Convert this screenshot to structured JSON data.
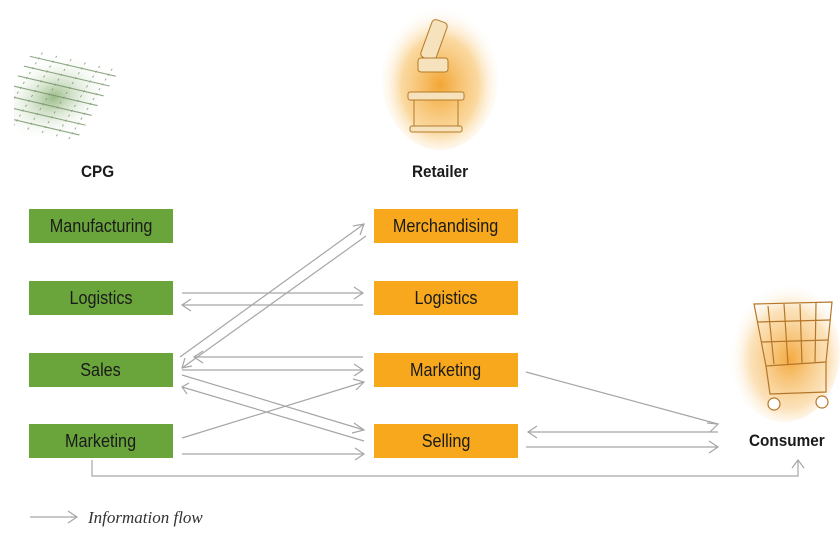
{
  "actors": {
    "cpg": "CPG",
    "retailer": "Retailer",
    "consumer": "Consumer"
  },
  "cpg_functions": [
    "Manufacturing",
    "Logistics",
    "Sales",
    "Marketing"
  ],
  "retailer_functions": [
    "Merchandising",
    "Logistics",
    "Marketing",
    "Selling"
  ],
  "legend": {
    "label": "Information flow"
  },
  "icons": {
    "cpg": "circuit-grid-icon",
    "retailer": "robot-arm-icon",
    "consumer": "shopping-cart-icon"
  },
  "colors": {
    "cpg_box": "#6aa53c",
    "retailer_box": "#f7a81c",
    "arrow": "#a6a6a6"
  }
}
